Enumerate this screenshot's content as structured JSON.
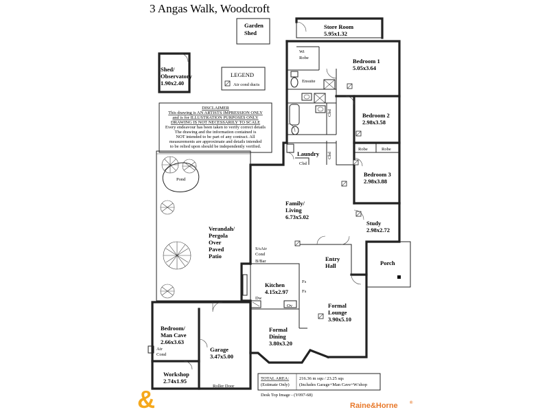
{
  "title": "3 Angas Walk, Woodcroft",
  "rooms": {
    "garden_shed": [
      "Garden",
      "Shed"
    ],
    "store_room": [
      "Store Room",
      "5.95x1.32"
    ],
    "shed_observatory": [
      "Shed/",
      "Observatory",
      "1.90x2.40"
    ],
    "wi_robe": [
      "Wi",
      "Robe"
    ],
    "ensuite": "Ensuite",
    "bedroom1": [
      "Bedroom 1",
      "5.05x3.64"
    ],
    "bedroom2": [
      "Bedroom 2",
      "2.98x3.58"
    ],
    "bedroom3": [
      "Bedroom 3",
      "2.98x3.88"
    ],
    "robe_a": "Robe",
    "robe_b": "Robe",
    "laundry": "Laundry",
    "cbd1": "Cbd",
    "cbd2": "Cbd",
    "cbd3": "Cbd",
    "family_living": [
      "Family/",
      "Living",
      "6.73x5.02"
    ],
    "study": [
      "Study",
      "2.98x2.72"
    ],
    "porch": "Porch",
    "entry_hall": [
      "Entry",
      "Hall"
    ],
    "pond": "Pond",
    "verandah": [
      "Verandah/",
      "Pergola",
      "Over",
      "Paved",
      "Patio"
    ],
    "aircond": [
      "S/sAir",
      "Cond"
    ],
    "bbar": "B/Bar",
    "kitchen": [
      "Kitchen",
      "4.15x2.97"
    ],
    "dw": "Dw",
    "ov": "Ov",
    "fs1": "Fs",
    "fs2": "Fs",
    "formal_lounge": [
      "Formal",
      "Lounge",
      "3.90x5.10"
    ],
    "formal_dining": [
      "Formal",
      "Dining",
      "3.80x3.20"
    ],
    "bedroom_mancave": [
      "Bedroom/",
      "Man Cave",
      "2.66x3.63"
    ],
    "air_cond_side": [
      "Air",
      "Cond"
    ],
    "garage": [
      "Garage",
      "3.47x5.00"
    ],
    "workshop": [
      "Workshop",
      "2.74x1.95"
    ],
    "roller_door": "Roller Door"
  },
  "legend": {
    "heading": "LEGEND",
    "item": "Air cond ducts"
  },
  "disclaimer": {
    "heading": "DISCLAIMER",
    "lines_underlined": [
      "This drawing is AN ARTISTS IMPRESSION ONLY",
      "and is for ILLUSTRATION PURPOSES ONLY",
      "DRAWING IS NOT NECESSARILY TO SCALE"
    ],
    "lines": [
      "Every endeavour has been taken to verify correct details",
      "The drawing and the information contained is",
      "NOT intended to be part of any contract. All",
      "measurements are approximate and details intended",
      "to be relied upon should be independently verified."
    ]
  },
  "total_area": {
    "label": "TOTAL AREA:",
    "label_note": "(Estimate Only)",
    "value": "216.36 m squ / 23.25 sqs",
    "note": "(Includes Garage+Man Cave+W/shop"
  },
  "footer_note": "Desk Top Image - (Y097-68)",
  "branding": {
    "logo_mark": "&",
    "name": "Raine&Horne",
    "mark": "®",
    "logo_color": "#f5a81c",
    "name_color": "#e8792b"
  }
}
